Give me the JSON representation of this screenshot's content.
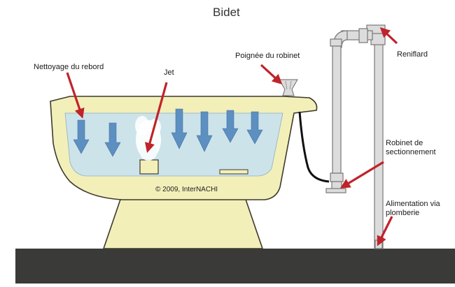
{
  "title": "Bidet",
  "copyright": "© 2009, InterNACHI",
  "labels": {
    "rim": "Nettoyage du rebord",
    "jet": "Jet",
    "handle": "Poignée du robinet",
    "vent": "Reniflard",
    "valve_line1": "Robinet de",
    "valve_line2": "sectionnement",
    "supply_line1": "Alimentation via",
    "supply_line2": "plomberie"
  },
  "colors": {
    "bowl": "#f3efb9",
    "outline": "#3d3a2c",
    "water": "#cde3ea",
    "flow_arrow": "#5d8fc0",
    "pointer_arrow": "#c0232a",
    "pipe": "#dcdcdc",
    "floor": "#3a3a38"
  }
}
